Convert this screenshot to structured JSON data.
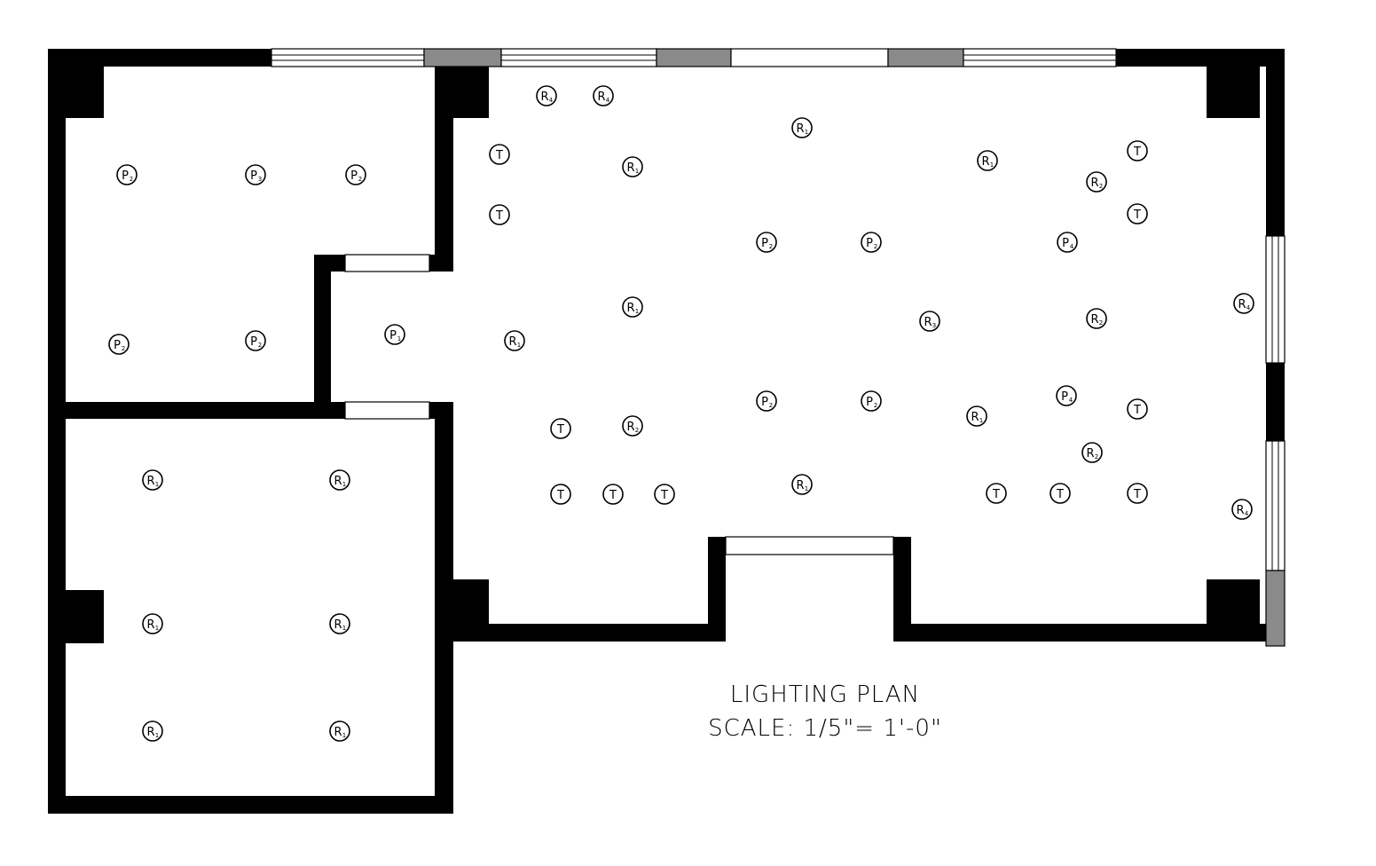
{
  "drawing": {
    "title": "LIGHTING PLAN",
    "scale": "SCALE: 1/5\"= 1'-0\"",
    "colors": {
      "wall": "#000000",
      "window_glass": "#ffffff",
      "window_panel": "#8a8a8a",
      "background": "#ffffff"
    }
  },
  "fixtures": {
    "left_top_room": [
      {
        "type": "P",
        "sub": "2"
      },
      {
        "type": "P",
        "sub": "3"
      },
      {
        "type": "P",
        "sub": "2"
      },
      {
        "type": "P",
        "sub": "2"
      },
      {
        "type": "P",
        "sub": "2"
      }
    ],
    "corridor": [
      {
        "type": "P",
        "sub": "1"
      }
    ],
    "left_bottom_room": [
      {
        "type": "R",
        "sub": "1"
      },
      {
        "type": "R",
        "sub": "1"
      },
      {
        "type": "R",
        "sub": "1"
      },
      {
        "type": "R",
        "sub": "1"
      },
      {
        "type": "R",
        "sub": "1"
      },
      {
        "type": "R",
        "sub": "1"
      }
    ],
    "main_room": [
      {
        "type": "R",
        "sub": "4"
      },
      {
        "type": "R",
        "sub": "4"
      },
      {
        "type": "R",
        "sub": "1"
      },
      {
        "type": "T",
        "sub": ""
      },
      {
        "type": "R",
        "sub": "1"
      },
      {
        "type": "R",
        "sub": "1"
      },
      {
        "type": "T",
        "sub": ""
      },
      {
        "type": "R",
        "sub": "2"
      },
      {
        "type": "T",
        "sub": ""
      },
      {
        "type": "T",
        "sub": ""
      },
      {
        "type": "P",
        "sub": "2"
      },
      {
        "type": "P",
        "sub": "2"
      },
      {
        "type": "P",
        "sub": "4"
      },
      {
        "type": "R",
        "sub": "1"
      },
      {
        "type": "R",
        "sub": "3"
      },
      {
        "type": "R",
        "sub": "2"
      },
      {
        "type": "R",
        "sub": "4"
      },
      {
        "type": "R",
        "sub": "1"
      },
      {
        "type": "T",
        "sub": ""
      },
      {
        "type": "R",
        "sub": "2"
      },
      {
        "type": "P",
        "sub": "2"
      },
      {
        "type": "P",
        "sub": "2"
      },
      {
        "type": "P",
        "sub": "4"
      },
      {
        "type": "T",
        "sub": ""
      },
      {
        "type": "R",
        "sub": "1"
      },
      {
        "type": "R",
        "sub": "2"
      },
      {
        "type": "T",
        "sub": ""
      },
      {
        "type": "T",
        "sub": ""
      },
      {
        "type": "T",
        "sub": ""
      },
      {
        "type": "R",
        "sub": "1"
      },
      {
        "type": "T",
        "sub": ""
      },
      {
        "type": "T",
        "sub": ""
      },
      {
        "type": "T",
        "sub": ""
      },
      {
        "type": "R",
        "sub": "4"
      }
    ]
  }
}
